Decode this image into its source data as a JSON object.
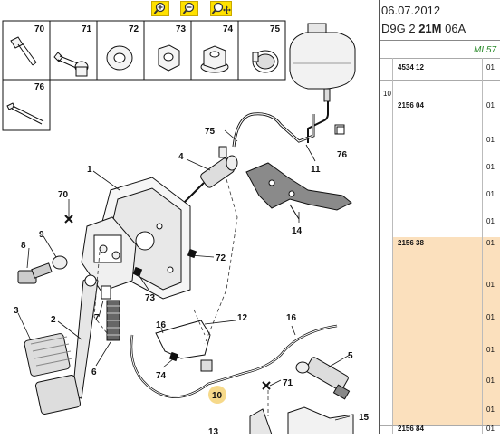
{
  "toolbar": {
    "zoom_in_icon": "magnifier-plus-icon",
    "zoom_out_icon": "magnifier-minus-icon",
    "zoom_fit_icon": "magnifier-move-icon",
    "accent": "#ffe100"
  },
  "diagram": {
    "box_labels": [
      "70",
      "71",
      "72",
      "73",
      "74",
      "75",
      "76"
    ],
    "callouts": [
      "1",
      "2",
      "3",
      "4",
      "5",
      "6",
      "7",
      "8",
      "9",
      "10",
      "11",
      "12",
      "13",
      "14",
      "15",
      "16",
      "16",
      "70",
      "71",
      "72",
      "73",
      "74",
      "75",
      "76"
    ],
    "selected_callout": "10",
    "selected_color": "#f6d98a"
  },
  "header": {
    "date": "06.07.2012",
    "code_prefix": "D9G 2 ",
    "code_bold": "21M",
    "code_suffix": " 06A",
    "model": "ML57"
  },
  "parts": [
    {
      "group": "",
      "ref": "4534 12",
      "qty": "01"
    },
    {
      "group": "10",
      "ref": "2156 04",
      "qty": "01"
    },
    {
      "group": "",
      "ref": "",
      "qty": "01"
    },
    {
      "group": "",
      "ref": "",
      "qty": "01"
    },
    {
      "group": "",
      "ref": "",
      "qty": "01"
    },
    {
      "group": "",
      "ref": "",
      "qty": "01"
    },
    {
      "group": "",
      "ref": "2156 38",
      "qty": "01"
    },
    {
      "group": "",
      "ref": "",
      "qty": "01"
    },
    {
      "group": "",
      "ref": "",
      "qty": "01"
    },
    {
      "group": "",
      "ref": "",
      "qty": "01"
    },
    {
      "group": "",
      "ref": "",
      "qty": "01"
    },
    {
      "group": "",
      "ref": "",
      "qty": "01"
    },
    {
      "group": "",
      "ref": "2156 84",
      "qty": "01"
    }
  ],
  "highlight_color": "#fbe0bd"
}
